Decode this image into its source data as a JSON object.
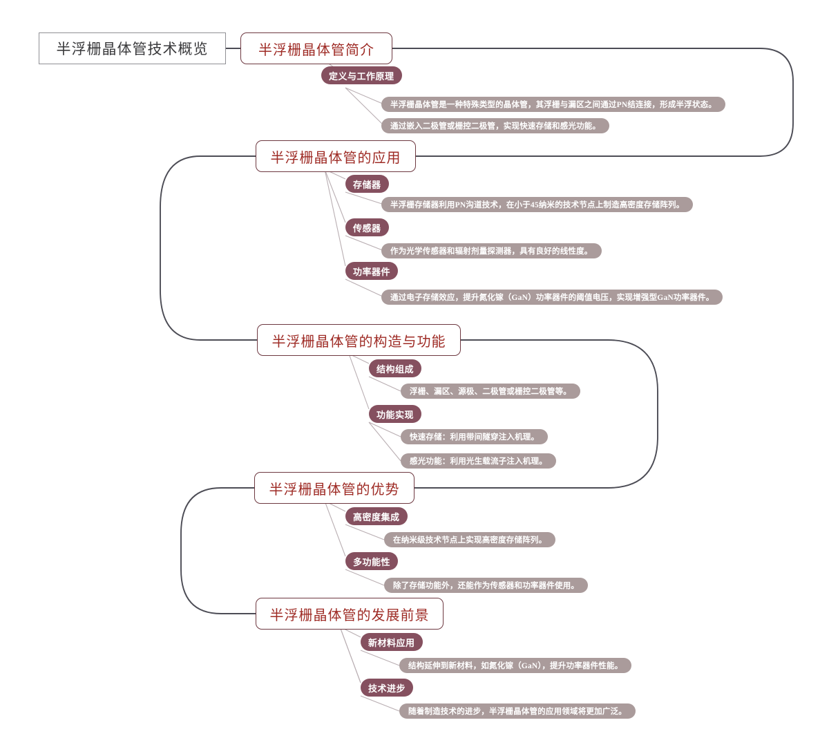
{
  "title": "半浮栅晶体管技术概览",
  "colors": {
    "root_border": "#8f8f94",
    "root_text": "#3a3a3c",
    "branch_border": "#6d3840",
    "branch_text": "#9e2b25",
    "topic_fill": "#85505f",
    "leaf_fill": "#aa9b9b",
    "connector": "#4c4c55",
    "hair_connector": "#b9aeb2",
    "background": "#ffffff"
  },
  "root": {
    "label": "半浮栅晶体管技术概览"
  },
  "branches": [
    {
      "id": "intro",
      "label": "半浮栅晶体管简介",
      "topics": [
        {
          "label": "定义与工作原理",
          "leaves": [
            "半浮栅晶体管是一种特殊类型的晶体管，其浮栅与漏区之间通过PN结连接，形成半浮状态。",
            "通过嵌入二极管或栅控二极管，实现快速存储和感光功能。"
          ]
        }
      ]
    },
    {
      "id": "applications",
      "label": "半浮栅晶体管的应用",
      "topics": [
        {
          "label": "存储器",
          "leaves": [
            "半浮栅存储器利用PN沟道技术，在小于45纳米的技术节点上制造高密度存储阵列。"
          ]
        },
        {
          "label": "传感器",
          "leaves": [
            "作为光学传感器和辐射剂量探测器，具有良好的线性度。"
          ]
        },
        {
          "label": "功率器件",
          "leaves": [
            "通过电子存储效应，提升氮化镓（GaN）功率器件的阈值电压，实现增强型GaN功率器件。"
          ]
        }
      ]
    },
    {
      "id": "structure",
      "label": "半浮栅晶体管的构造与功能",
      "topics": [
        {
          "label": "结构组成",
          "leaves": [
            "浮栅、漏区、源极、二极管或栅控二极管等。"
          ]
        },
        {
          "label": "功能实现",
          "leaves": [
            "快速存储：利用带间隧穿注入机理。",
            "感光功能：利用光生载流子注入机理。"
          ]
        }
      ]
    },
    {
      "id": "advantages",
      "label": "半浮栅晶体管的优势",
      "topics": [
        {
          "label": "高密度集成",
          "leaves": [
            "在纳米级技术节点上实现高密度存储阵列。"
          ]
        },
        {
          "label": "多功能性",
          "leaves": [
            "除了存储功能外，还能作为传感器和功率器件使用。"
          ]
        }
      ]
    },
    {
      "id": "prospects",
      "label": "半浮栅晶体管的发展前景",
      "topics": [
        {
          "label": "新材料应用",
          "leaves": [
            "结构延伸到新材料，如氮化镓（GaN），提升功率器件性能。"
          ]
        },
        {
          "label": "技术进步",
          "leaves": [
            "随着制造技术的进步，半浮栅晶体管的应用领域将更加广泛。"
          ]
        }
      ]
    }
  ]
}
